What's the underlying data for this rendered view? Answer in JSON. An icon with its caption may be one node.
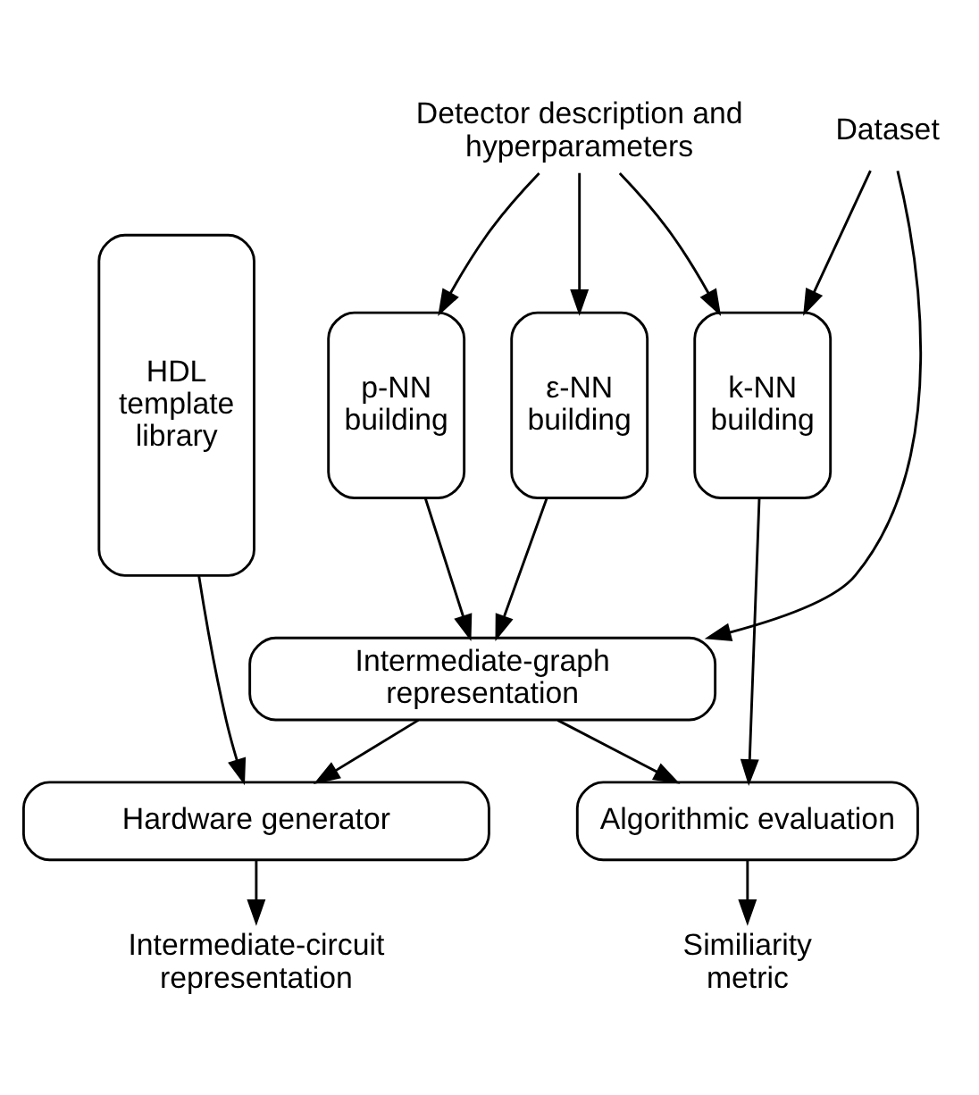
{
  "diagram": {
    "nodes": [
      {
        "text": [
          "Detector description and hyperparameters"
        ]
      },
      {
        "text": [
          "Dataset"
        ]
      },
      {
        "text": [
          "HDL template library"
        ]
      },
      {
        "text": [
          "ε-NN building"
        ]
      },
      {
        "text": [
          "p-NN building"
        ]
      },
      {
        "text": [
          "k-NN building"
        ]
      },
      {
        "text": [
          "Intermediate-graph representation"
        ]
      },
      {
        "text": [
          "Hardware generator"
        ]
      },
      {
        "text": [
          "Algorithmic evaluation"
        ]
      },
      {
        "text": [
          "Intermediate-circuit representation"
        ]
      },
      {
        "text": [
          "Similiarity metric"
        ]
      }
    ],
    "edges": [
      {
        "from": 0,
        "to": 3,
        "arrow": "to"
      },
      {
        "from": 0,
        "to": 4,
        "arrow": "to"
      },
      {
        "from": 0,
        "to": 5,
        "arrow": "to"
      },
      {
        "from": 1,
        "to": 5,
        "arrow": "to"
      },
      {
        "from": 1,
        "to": 6,
        "arrow": "to"
      },
      {
        "from": 3,
        "to": 6,
        "arrow": "to"
      },
      {
        "from": 4,
        "to": 6,
        "arrow": "to"
      },
      {
        "from": 2,
        "to": 7,
        "arrow": "to"
      },
      {
        "from": 6,
        "to": 7,
        "arrow": "to"
      },
      {
        "from": 6,
        "to": 8,
        "arrow": "to"
      },
      {
        "from": 5,
        "to": 8,
        "arrow": "to"
      },
      {
        "from": 7,
        "to": 9,
        "arrow": "to"
      },
      {
        "from": 8,
        "to": 10,
        "arrow": "to"
      }
    ]
  }
}
